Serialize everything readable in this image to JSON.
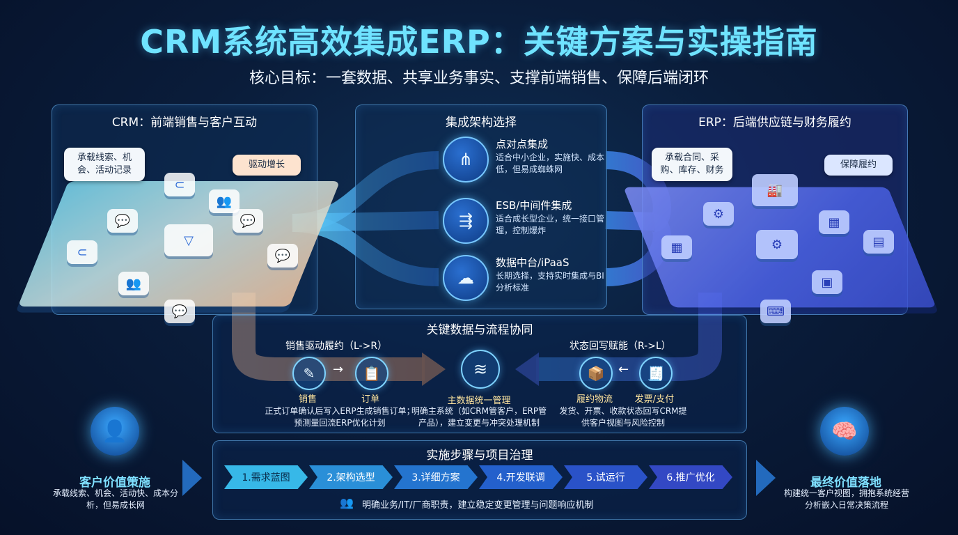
{
  "header": {
    "title": "CRM系统高效集成ERP：关键方案与实操指南",
    "subtitle": "核心目标：一套数据、共享业务事实、支撑前端销售、保障后端闭环"
  },
  "crm": {
    "title": "CRM：前端销售与客户互动",
    "bubble1": "承载线索、机会、活动记录",
    "bubble2": "驱动增长"
  },
  "integration": {
    "title": "集成架构选择",
    "options": [
      {
        "name": "点对点集成",
        "desc": "适合中小企业，实施快、成本低，但易成蜘蛛网"
      },
      {
        "name": "ESB/中间件集成",
        "desc": "适合成长型企业，统一接口管理，控制爆炸"
      },
      {
        "name": "数据中台/iPaaS",
        "desc": "长期选择，支持实时集成与BI分析标准"
      }
    ]
  },
  "erp": {
    "title": "ERP：后端供应链与财务履约",
    "bubble1": "承载合同、采购、库存、财务",
    "bubble2": "保障履约"
  },
  "sync": {
    "title": "关键数据与流程协同",
    "left_title": "销售驱动履约（L->R）",
    "right_title": "状态回写赋能（R->L）",
    "sales_label": "销售",
    "order_label": "订单",
    "left_desc": "正式订单确认后写入ERP生成销售订单；预测量回流ERP优化计划",
    "master_label": "主数据统一管理",
    "master_desc": "明确主系统（如CRM管客户，ERP管产品），建立变更与冲突处理机制",
    "logistics_label": "履约物流",
    "invoice_label": "发票/支付",
    "right_desc": "发货、开票、收款状态回写CRM提供客户视图与风险控制"
  },
  "steps": {
    "title": "实施步骤与项目治理",
    "items": [
      "1.需求蓝图",
      "2.架构选型",
      "3.详细方案",
      "4.开发联调",
      "5.试运行",
      "6.推广优化"
    ],
    "note": "明确业务/IT/厂商职责，建立稳定变更管理与问题响应机制"
  },
  "left_side": {
    "title": "客户价值策施",
    "text": "承载线索、机会、活动快、成本分析，但易成长网"
  },
  "right_side": {
    "title": "最终价值落地",
    "text": "构建统一客户视图，拥抱系统经营分析嵌入日常决策流程"
  },
  "colors": {
    "accent": "#6fe3ff",
    "crm_flow": "#f2a86e",
    "erp_flow": "#5b7cff"
  }
}
